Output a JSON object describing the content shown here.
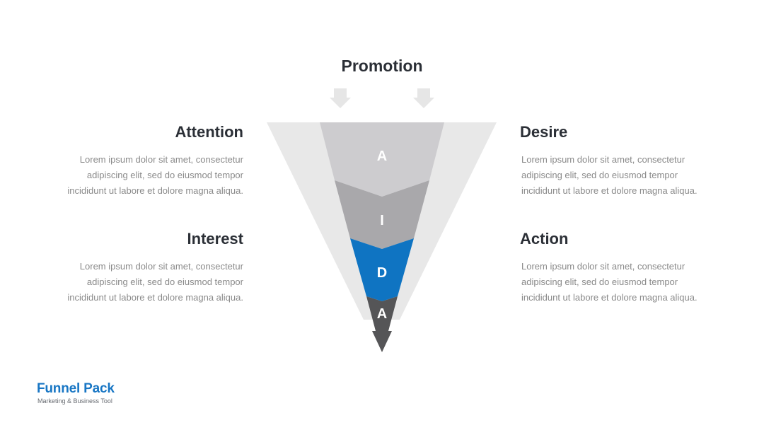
{
  "diagram": {
    "title": "Promotion",
    "stages": [
      {
        "letter": "A",
        "color": "#cdcccf"
      },
      {
        "letter": "I",
        "color": "#a9a8ab"
      },
      {
        "letter": "D",
        "color": "#0f74c2"
      },
      {
        "letter": "A",
        "color": "#555557"
      }
    ],
    "outer_funnel_color": "#e8e8e8",
    "arrow_color": "#e6e6e6"
  },
  "blocks": {
    "attention": {
      "heading": "Attention",
      "lines": [
        "Lorem ipsum dolor sit amet, consectetur",
        "adipiscing elit, sed do eiusmod tempor",
        "incididunt ut labore et dolore magna aliqua."
      ]
    },
    "interest": {
      "heading": "Interest",
      "lines": [
        "Lorem ipsum dolor sit amet, consectetur",
        "adipiscing elit, sed do eiusmod tempor",
        "incididunt ut labore et dolore magna aliqua."
      ]
    },
    "desire": {
      "heading": "Desire",
      "lines": [
        "Lorem ipsum dolor sit amet, consectetur",
        "adipiscing elit, sed do eiusmod tempor",
        "incididunt ut labore et dolore magna aliqua."
      ]
    },
    "action": {
      "heading": "Action",
      "lines": [
        "Lorem ipsum dolor sit amet, consectetur",
        "adipiscing elit, sed do eiusmod tempor",
        "incididunt ut labore et dolore magna aliqua."
      ]
    }
  },
  "brand": {
    "name": "Funnel Pack",
    "tagline": "Marketing & Business Tool"
  }
}
